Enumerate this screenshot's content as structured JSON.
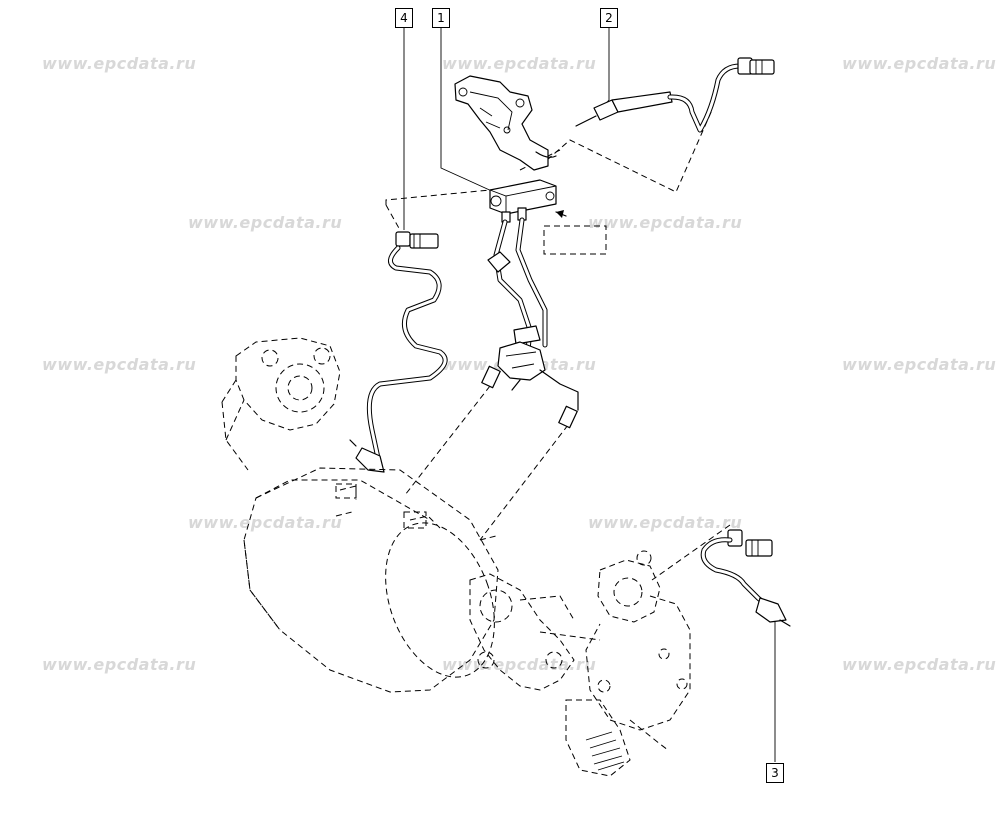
{
  "watermark": {
    "text": "www.epcdata.ru",
    "color": "#d8d8d8"
  },
  "callouts": [
    {
      "id": "4",
      "label": "4"
    },
    {
      "id": "1",
      "label": "1"
    },
    {
      "id": "2",
      "label": "2"
    },
    {
      "id": "3",
      "label": "3"
    }
  ],
  "colors": {
    "line": "#000000",
    "background": "#ffffff"
  }
}
